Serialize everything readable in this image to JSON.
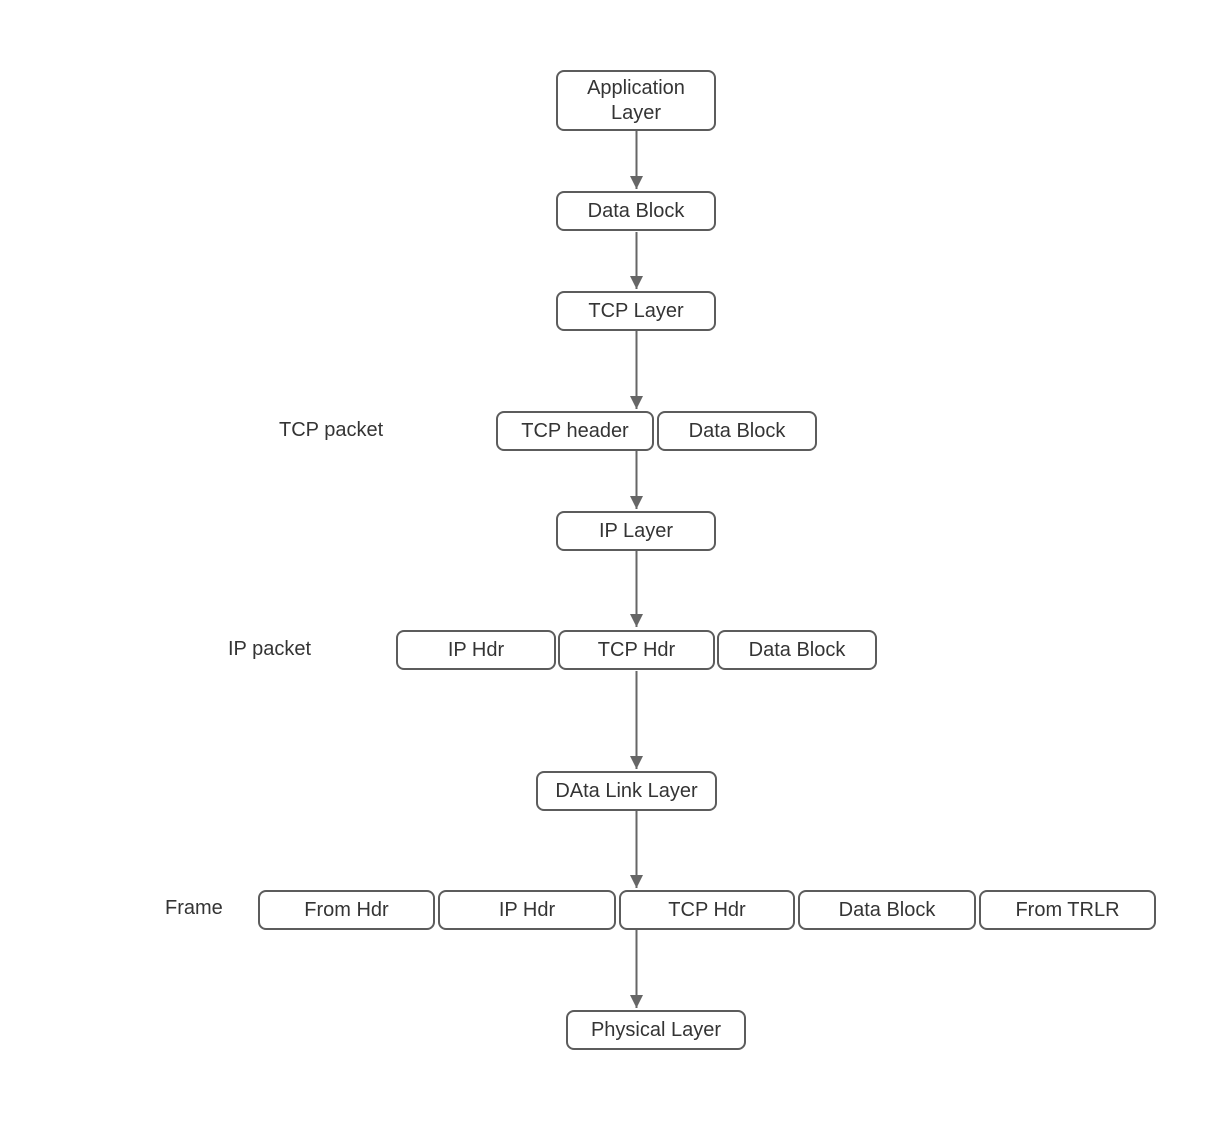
{
  "diagram": {
    "nodes": {
      "application_layer": "Application Layer",
      "data_block_top": "Data Block",
      "tcp_layer": "TCP Layer",
      "tcp_header": "TCP header",
      "tcp_packet_data_block": "Data Block",
      "ip_layer": "IP Layer",
      "ip_hdr": "IP Hdr",
      "tcp_hdr": "TCP Hdr",
      "ip_packet_data_block": "Data Block",
      "data_link_layer": "DAta Link Layer",
      "frame_from_hdr": "From Hdr",
      "frame_ip_hdr": "IP Hdr",
      "frame_tcp_hdr": "TCP Hdr",
      "frame_data_block": "Data Block",
      "frame_from_trlr": "From TRLR",
      "physical_layer": "Physical Layer"
    },
    "row_labels": {
      "tcp_packet": "TCP packet",
      "ip_packet": "IP packet",
      "frame": "Frame"
    },
    "colors": {
      "box_border": "#5c5c5c",
      "box_fill": "#ffffff",
      "text": "#343434",
      "arrow": "#666666",
      "background": "#ffffff"
    }
  }
}
